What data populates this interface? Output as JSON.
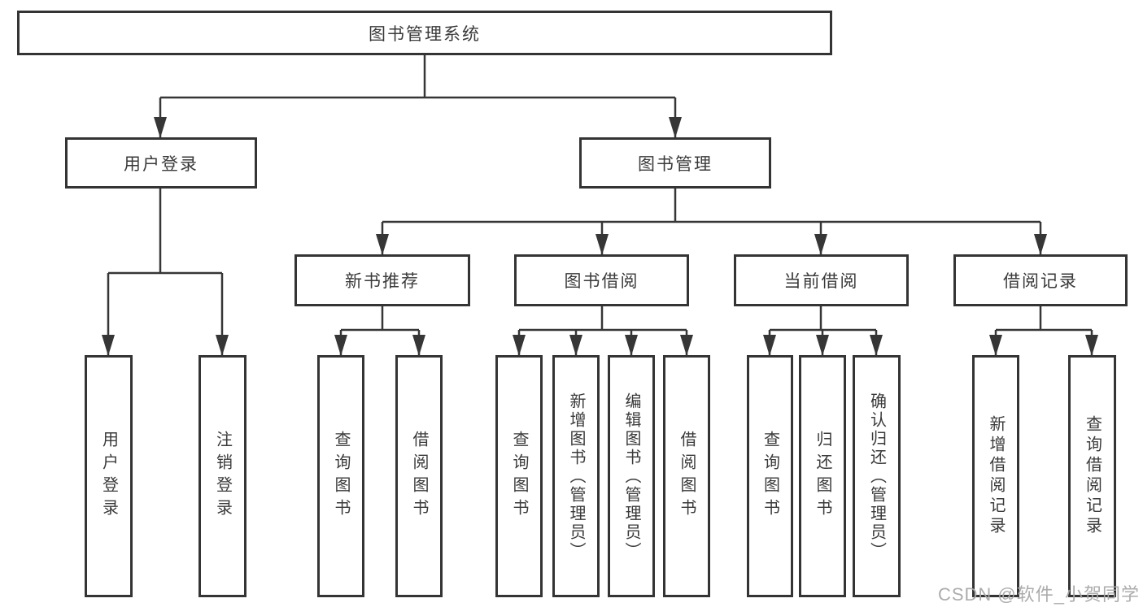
{
  "diagram_title": "图书管理系统",
  "watermark": "CSDN @软件_小贺同学",
  "colors": {
    "line": "#363636",
    "box_border": "#343434",
    "text": "#3a3a3a",
    "watermark": "#a8a8a8",
    "background": "#ffffff"
  },
  "tree": {
    "root": {
      "label": "图书管理系统"
    },
    "branches": [
      {
        "label": "用户登录",
        "leaves": [
          {
            "label": "用户登录"
          },
          {
            "label": "注销登录"
          }
        ]
      },
      {
        "label": "图书管理",
        "children": [
          {
            "label": "新书推荐",
            "leaves": [
              {
                "label": "查询图书"
              },
              {
                "label": "借阅图书"
              }
            ]
          },
          {
            "label": "图书借阅",
            "leaves": [
              {
                "label": "查询图书"
              },
              {
                "label": "新增图书（管理员）"
              },
              {
                "label": "编辑图书（管理员）"
              },
              {
                "label": "借阅图书"
              }
            ]
          },
          {
            "label": "当前借阅",
            "leaves": [
              {
                "label": "查询图书"
              },
              {
                "label": "归还图书"
              },
              {
                "label": "确认归还（管理员）"
              }
            ]
          },
          {
            "label": "借阅记录",
            "leaves": [
              {
                "label": "新增借阅记录"
              },
              {
                "label": "查询借阅记录"
              }
            ]
          }
        ]
      }
    ]
  }
}
